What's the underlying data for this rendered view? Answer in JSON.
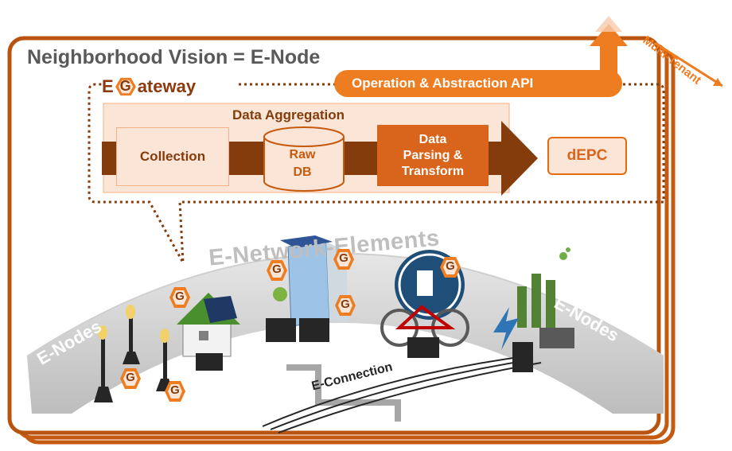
{
  "title": "Neighborhood Vision = E-Node",
  "gateway": {
    "prefix": "E",
    "g_letter": "G",
    "suffix": "ateway"
  },
  "api_label": "Operation & Abstraction API",
  "multi_tenant_label": "Multi-Tenant",
  "data_aggregation_label": "Data Aggregation",
  "collection_label": "Collection",
  "raw_db": {
    "line1": "Raw",
    "line2": "DB"
  },
  "parsing": {
    "line1": "Data",
    "line2": "Parsing &",
    "line3": "Transform"
  },
  "depc_label": "dEPC",
  "e_network_elements_label": "E-Network-Elements",
  "e_nodes_left_label": "E-Nodes",
  "e_nodes_right_label": "E-Nodes",
  "e_connection_label": "E-Connection",
  "gateway_badge_letter": "G",
  "colors": {
    "accent": "#EE7D22",
    "dark_brown": "#843C0C",
    "frame": "#C55A11",
    "light_peach": "#FBE5D6",
    "title_gray": "#595959",
    "arc_gray": "#D9D9D9"
  }
}
